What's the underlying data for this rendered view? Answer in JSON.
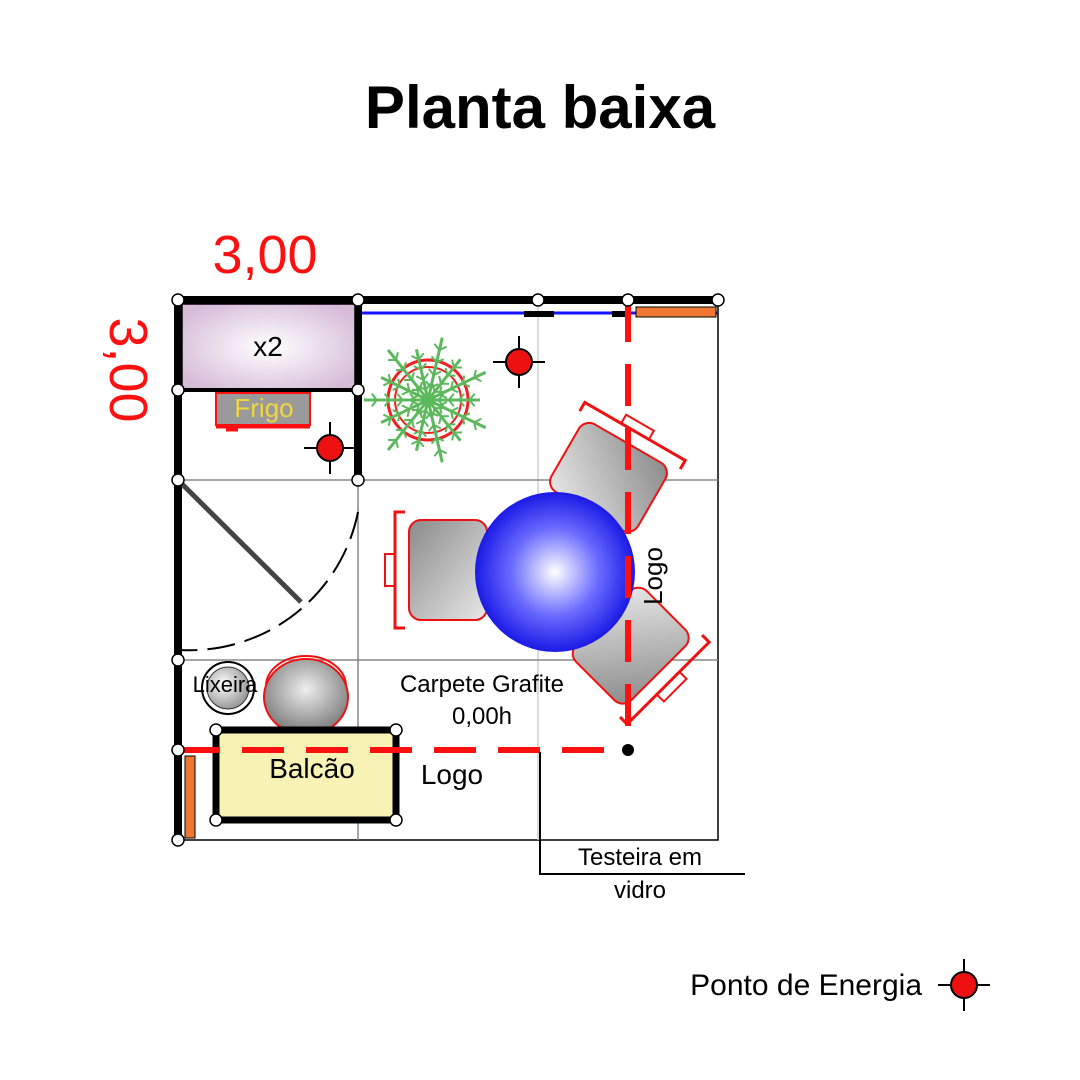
{
  "title": "Planta baixa",
  "dimensions": {
    "width": "3,00",
    "depth": "3,00"
  },
  "labels": {
    "storage": "x2",
    "fridge": "Frigo",
    "bin": "Lixeira",
    "counter": "Balcão",
    "floor_line1": "Carpete Grafite",
    "floor_line2": "0,00h",
    "logo_front": "Logo",
    "logo_side": "Logo",
    "glass_fascia_line1": "Testeira em",
    "glass_fascia_line2": "vidro"
  },
  "legend": {
    "power_point": "Ponto de Energia"
  },
  "colors": {
    "dimension_text": "#ff1010",
    "fridge_text": "#f2d640",
    "logo_dash": "#ff1010",
    "table": "#1414ff",
    "counter_fill": "#f8f3b4",
    "accent_strip": "#ee7733"
  },
  "icons": [
    "power-point-icon",
    "plant-icon",
    "table-icon",
    "chair-icon",
    "bin-icon",
    "stool-icon"
  ]
}
